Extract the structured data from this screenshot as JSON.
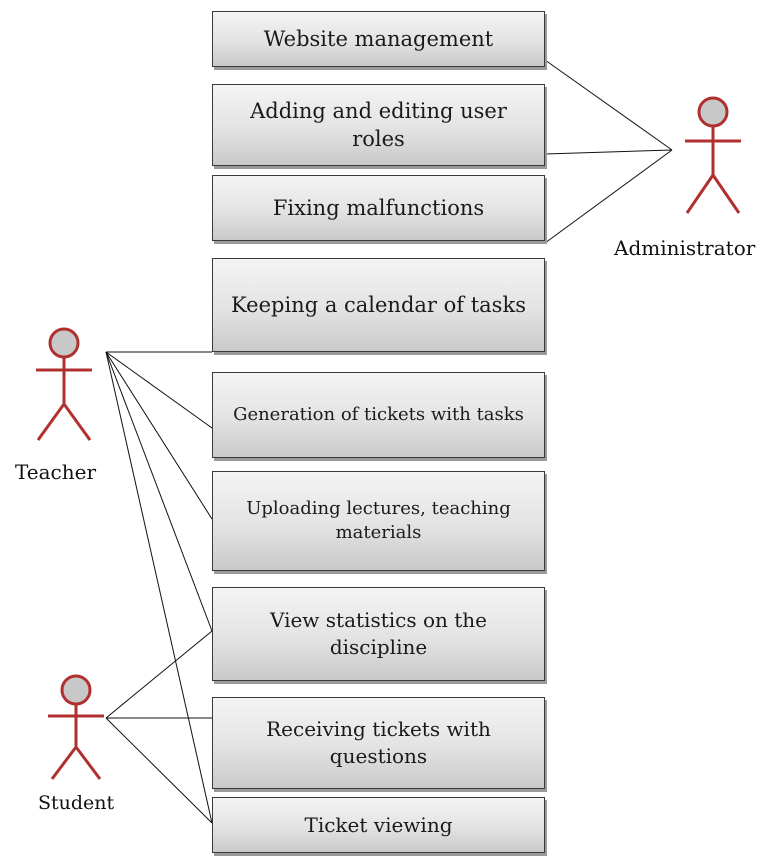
{
  "actors": {
    "administrator": "Administrator",
    "teacher": "Teacher",
    "student": "Student"
  },
  "use_cases": [
    "Website management",
    "Adding and editing user roles",
    "Fixing malfunctions",
    "Keeping a calendar of tasks",
    "Generation of tickets with tasks",
    "Uploading lectures, teaching materials",
    "View statistics on the discipline",
    "Receiving tickets with questions",
    "Ticket viewing"
  ],
  "colors": {
    "actor_stroke": "#b03030",
    "actor_head_fill": "#c8c8c8",
    "line": "#111111"
  }
}
